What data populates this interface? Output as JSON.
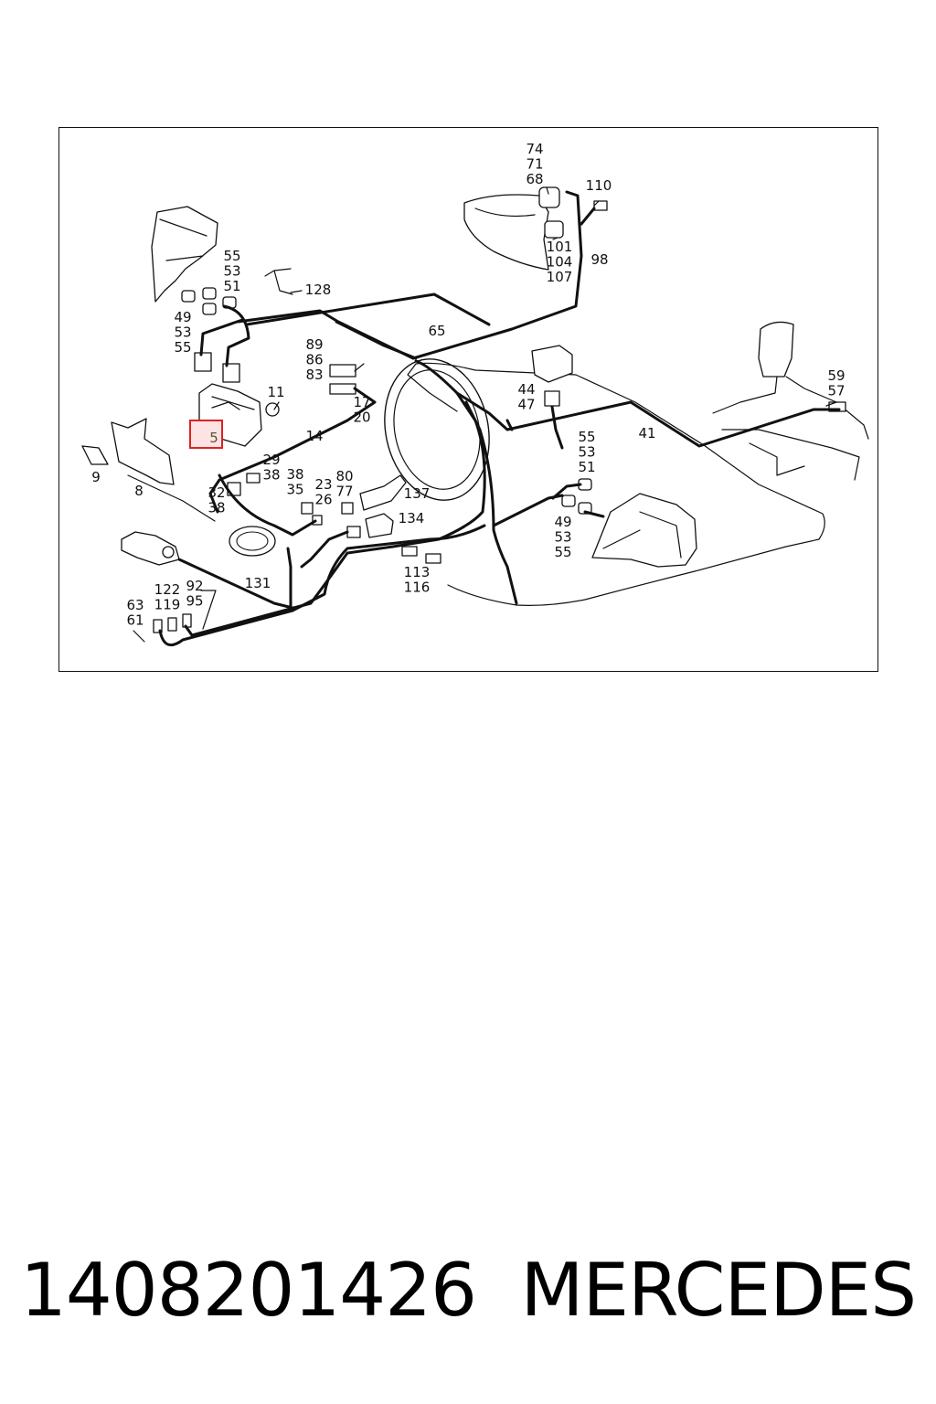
{
  "diagram": {
    "highlighted_callout": "5",
    "callouts": [
      {
        "id": "c74-71-68",
        "lines": [
          "74",
          "71",
          "68"
        ]
      },
      {
        "id": "c110",
        "lines": [
          "110"
        ]
      },
      {
        "id": "c101-104-107",
        "lines": [
          "101",
          "104",
          "107"
        ]
      },
      {
        "id": "c98",
        "lines": [
          "98"
        ]
      },
      {
        "id": "c55-53-51-top",
        "lines": [
          "55",
          "53",
          "51"
        ]
      },
      {
        "id": "c128",
        "lines": [
          "128"
        ]
      },
      {
        "id": "c49-53-55-top",
        "lines": [
          "49",
          "53",
          "55"
        ]
      },
      {
        "id": "c65",
        "lines": [
          "65"
        ]
      },
      {
        "id": "c89-86-83",
        "lines": [
          "89",
          "86",
          "83"
        ]
      },
      {
        "id": "c11",
        "lines": [
          "11"
        ]
      },
      {
        "id": "c17-20",
        "lines": [
          "17",
          "20"
        ]
      },
      {
        "id": "c14",
        "lines": [
          "14"
        ]
      },
      {
        "id": "c44-47",
        "lines": [
          "44",
          "47"
        ]
      },
      {
        "id": "c41",
        "lines": [
          "41"
        ]
      },
      {
        "id": "c59-57",
        "lines": [
          "59",
          "57"
        ]
      },
      {
        "id": "c9",
        "lines": [
          "9"
        ]
      },
      {
        "id": "c8",
        "lines": [
          "8"
        ]
      },
      {
        "id": "c29-38",
        "lines": [
          "29",
          "38"
        ]
      },
      {
        "id": "c38-35",
        "lines": [
          "38",
          "35"
        ]
      },
      {
        "id": "c23-26",
        "lines": [
          "23",
          "26"
        ]
      },
      {
        "id": "c80-77",
        "lines": [
          "80",
          "77"
        ]
      },
      {
        "id": "c32-38",
        "lines": [
          "32",
          "38"
        ]
      },
      {
        "id": "c137",
        "lines": [
          "137"
        ]
      },
      {
        "id": "c134",
        "lines": [
          "134"
        ]
      },
      {
        "id": "c55-53-51-right",
        "lines": [
          "55",
          "53",
          "51"
        ]
      },
      {
        "id": "c49-53-55-right",
        "lines": [
          "49",
          "53",
          "55"
        ]
      },
      {
        "id": "c131",
        "lines": [
          "131"
        ]
      },
      {
        "id": "c113-116",
        "lines": [
          "113",
          "116"
        ]
      },
      {
        "id": "c122-119",
        "lines": [
          "122",
          "119"
        ]
      },
      {
        "id": "c92-95",
        "lines": [
          "92",
          "95"
        ]
      },
      {
        "id": "c63-61",
        "lines": [
          "63",
          "61"
        ]
      }
    ]
  },
  "footer": {
    "part_number": "1408201426",
    "brand": "MERCEDES"
  }
}
